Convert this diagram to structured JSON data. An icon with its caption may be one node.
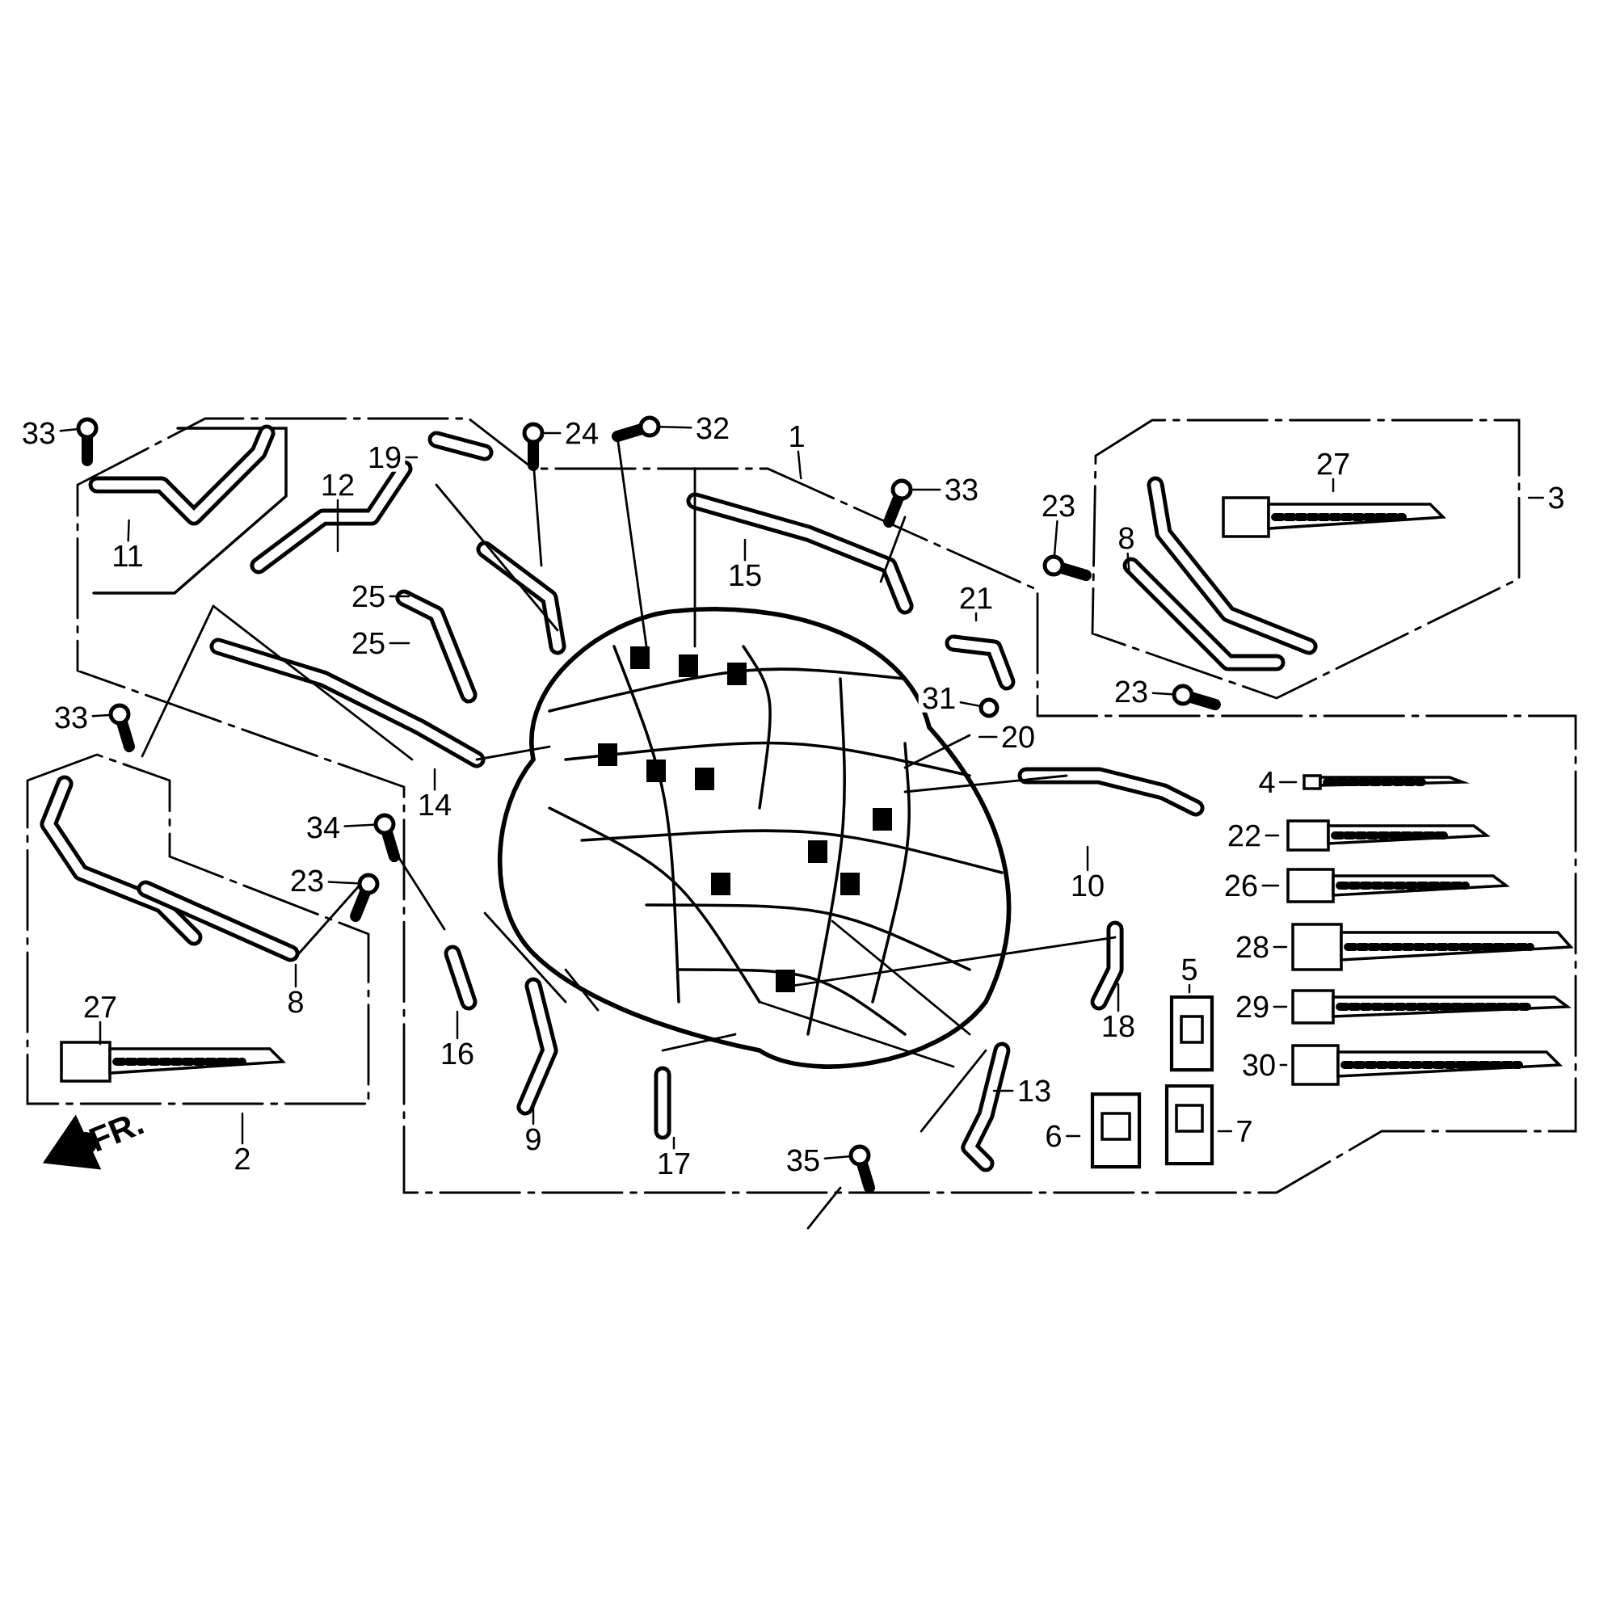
{
  "diagram": {
    "nodes": [
      {
        "text": [
          "33"
        ]
      },
      {
        "text": [
          "32"
        ]
      },
      {
        "text": [
          "24"
        ]
      },
      {
        "text": [
          "1"
        ]
      },
      {
        "text": [
          "19"
        ]
      },
      {
        "text": [
          "27"
        ]
      },
      {
        "text": [
          "12"
        ]
      },
      {
        "text": [
          "33"
        ]
      },
      {
        "text": [
          "3"
        ]
      },
      {
        "text": [
          "23"
        ]
      },
      {
        "text": [
          "8"
        ]
      },
      {
        "text": [
          "11"
        ]
      },
      {
        "text": [
          "15"
        ]
      },
      {
        "text": [
          "25"
        ]
      },
      {
        "text": [
          "21"
        ]
      },
      {
        "text": [
          "25"
        ]
      },
      {
        "text": [
          "23"
        ]
      },
      {
        "text": [
          "31"
        ]
      },
      {
        "text": [
          "33"
        ]
      },
      {
        "text": [
          "20"
        ]
      },
      {
        "text": [
          "4"
        ]
      },
      {
        "text": [
          "14"
        ]
      },
      {
        "text": [
          "34"
        ]
      },
      {
        "text": [
          "22"
        ]
      },
      {
        "text": [
          "23"
        ]
      },
      {
        "text": [
          "10"
        ]
      },
      {
        "text": [
          "26"
        ]
      },
      {
        "text": [
          "28"
        ]
      },
      {
        "text": [
          "5"
        ]
      },
      {
        "text": [
          "8"
        ]
      },
      {
        "text": [
          "27"
        ]
      },
      {
        "text": [
          "29"
        ]
      },
      {
        "text": [
          "18"
        ]
      },
      {
        "text": [
          "16"
        ]
      },
      {
        "text": [
          "30"
        ]
      },
      {
        "text": [
          "13"
        ]
      },
      {
        "text": [
          "7"
        ]
      },
      {
        "text": [
          "6"
        ]
      },
      {
        "text": [
          "9"
        ]
      },
      {
        "text": [
          "2"
        ]
      },
      {
        "text": [
          "17"
        ]
      },
      {
        "text": [
          "35"
        ]
      },
      {
        "text": [],
        "shape": "picture"
      },
      {
        "text": [],
        "shape": "picture"
      },
      {
        "text": [],
        "shape": "circle"
      },
      {
        "text": [],
        "shape": "picture"
      },
      {
        "text": [],
        "shape": "picture"
      },
      {
        "text": [],
        "shape": "picture"
      },
      {
        "text": [],
        "shape": "picture"
      },
      {
        "text": [],
        "shape": "picture"
      },
      {
        "text": [],
        "shape": "picture"
      },
      {
        "text": [],
        "shape": "picture"
      },
      {
        "text": [],
        "shape": "picture"
      }
    ],
    "edges": [
      {
        "from": 0,
        "to": 45,
        "arrow": "none"
      },
      {
        "from": 1,
        "to": 46,
        "arrow": "none"
      },
      {
        "from": 2,
        "to": 47,
        "arrow": "none"
      },
      {
        "from": 3,
        "to": null,
        "arrow": "none"
      },
      {
        "from": 4,
        "to": null,
        "arrow": "none"
      },
      {
        "from": 5,
        "to": null,
        "arrow": "none"
      },
      {
        "from": 6,
        "to": null,
        "arrow": "none"
      },
      {
        "from": 7,
        "to": 48,
        "arrow": "none"
      },
      {
        "from": 8,
        "to": null,
        "arrow": "none"
      },
      {
        "from": 9,
        "to": 49,
        "arrow": "none"
      },
      {
        "from": 10,
        "to": null,
        "arrow": "none"
      },
      {
        "from": 11,
        "to": null,
        "arrow": "none"
      },
      {
        "from": 12,
        "to": null,
        "arrow": "none"
      },
      {
        "from": 13,
        "to": null,
        "arrow": "none"
      },
      {
        "from": 14,
        "to": null,
        "arrow": "none"
      },
      {
        "from": 15,
        "to": null,
        "arrow": "none"
      },
      {
        "from": 16,
        "to": 50,
        "arrow": "none"
      },
      {
        "from": 17,
        "to": 44,
        "arrow": "none"
      },
      {
        "from": 18,
        "to": 51,
        "arrow": "none"
      },
      {
        "from": 19,
        "to": null,
        "arrow": "none"
      },
      {
        "from": 20,
        "to": null,
        "arrow": "none"
      },
      {
        "from": 21,
        "to": null,
        "arrow": "none"
      },
      {
        "from": 22,
        "to": 42,
        "arrow": "none"
      },
      {
        "from": 23,
        "to": null,
        "arrow": "none"
      },
      {
        "from": 24,
        "to": 43,
        "arrow": "none"
      },
      {
        "from": 25,
        "to": null,
        "arrow": "none"
      },
      {
        "from": 26,
        "to": null,
        "arrow": "none"
      },
      {
        "from": 27,
        "to": null,
        "arrow": "none"
      },
      {
        "from": 28,
        "to": null,
        "arrow": "none"
      },
      {
        "from": 29,
        "to": null,
        "arrow": "none"
      },
      {
        "from": 30,
        "to": null,
        "arrow": "none"
      },
      {
        "from": 31,
        "to": null,
        "arrow": "none"
      },
      {
        "from": 32,
        "to": null,
        "arrow": "none"
      },
      {
        "from": 33,
        "to": null,
        "arrow": "none"
      },
      {
        "from": 34,
        "to": null,
        "arrow": "none"
      },
      {
        "from": 35,
        "to": null,
        "arrow": "none"
      },
      {
        "from": 36,
        "to": null,
        "arrow": "none"
      },
      {
        "from": 37,
        "to": null,
        "arrow": "none"
      },
      {
        "from": 38,
        "to": null,
        "arrow": "none"
      },
      {
        "from": 39,
        "to": null,
        "arrow": "none"
      },
      {
        "from": 40,
        "to": null,
        "arrow": "none"
      },
      {
        "from": 41,
        "to": 52,
        "arrow": "none"
      }
    ],
    "labels": [
      "FR."
    ]
  }
}
